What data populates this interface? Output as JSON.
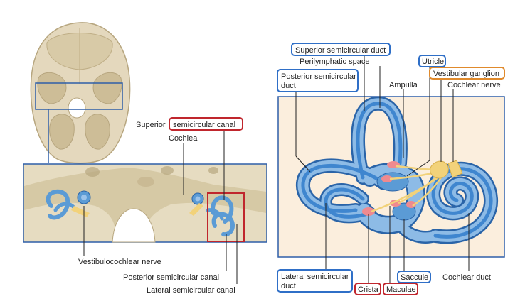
{
  "colors": {
    "bone": "#e4d8bd",
    "bone_shadow": "#c9b994",
    "panel_border": "#2e5fa8",
    "labyrinth_blue": "#5b9bd5",
    "labyrinth_dark": "#2a64a8",
    "perilymph_bg": "#fbeedd",
    "nerve_yellow": "#f2d27a",
    "sensory_pink": "#ef8a8f",
    "highlight_red": "#c0262d",
    "highlight_orange": "#e08a2c"
  },
  "labels": {
    "superior_prefix": "Superior",
    "semicircular_canal": "semicircular canal",
    "cochlea": "Cochlea",
    "vestibulocochlear_nerve": "Vestibulocochlear nerve",
    "posterior_semicircular_canal": "Posterior semicircular canal",
    "lateral_semicircular_canal": "Lateral semicircular canal",
    "superior_semicircular_duct": "Superior semicircular duct",
    "perilymphatic_space": "Perilymphatic space",
    "posterior_semicircular_duct_line1": "Posterior semicircular",
    "posterior_semicircular_duct_line2": "duct",
    "ampulla": "Ampulla",
    "utricle": "Utricle",
    "vestibular_ganglion": "Vestibular ganglion",
    "cochlear_nerve": "Cochlear nerve",
    "lateral_semicircular_duct_line1": "Lateral semicircular",
    "lateral_semicircular_duct_line2": "duct",
    "crista": "Crista",
    "maculae": "Maculae",
    "saccule": "Saccule",
    "cochlear_duct": "Cochlear duct"
  }
}
